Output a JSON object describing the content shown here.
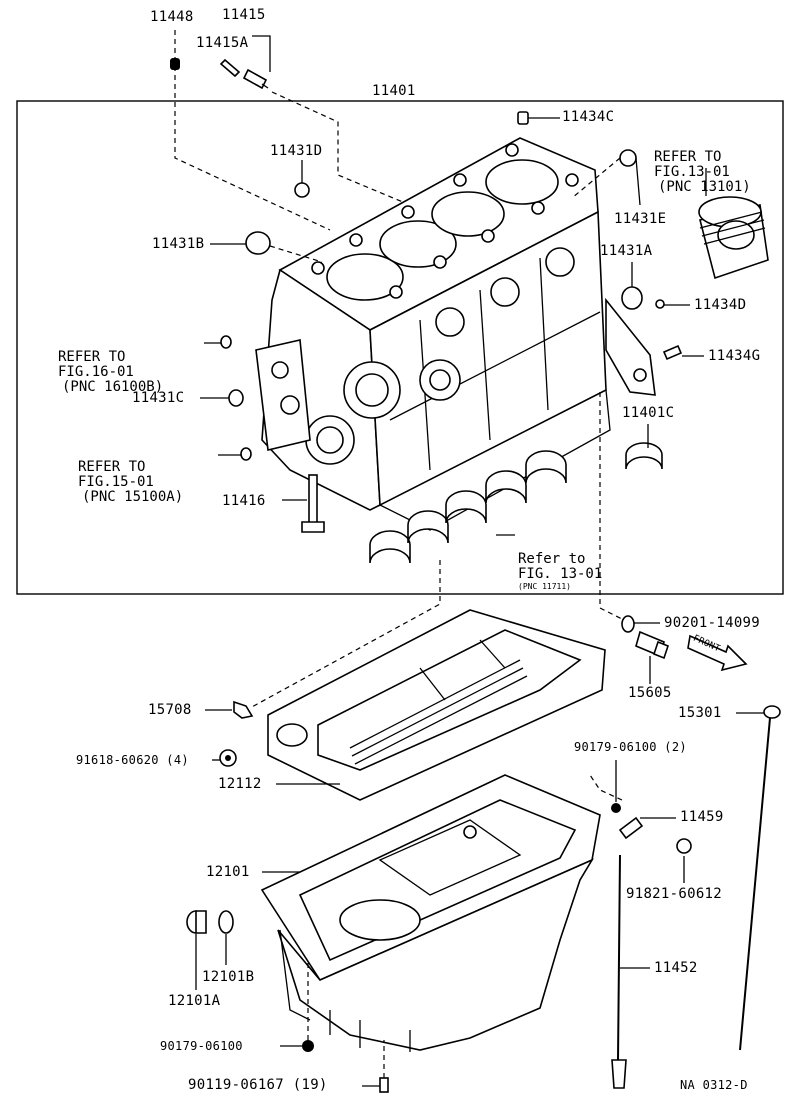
{
  "labels": {
    "p11448": "11448",
    "p11415": "11415",
    "p11415a": "11415A",
    "p11401": "11401",
    "p11434c": "11434C",
    "p11431d": "11431D",
    "p11431e": "11431E",
    "p11431b": "11431B",
    "p11431a": "11431A",
    "p11434d": "11434D",
    "p11434g": "11434G",
    "p11431c": "11431C",
    "p11401c": "11401C",
    "p11416": "11416",
    "p90201": "90201-14099",
    "p15605": "15605",
    "p15708": "15708",
    "p15301": "15301",
    "p91618": "91618-60620 (4)",
    "p12112": "12112",
    "p90179_2": "90179-06100 (2)",
    "p11459": "11459",
    "p12101": "12101",
    "p91821": "91821-60612",
    "p12101b": "12101B",
    "p12101a": "12101A",
    "p11452": "11452",
    "p90179": "90179-06100",
    "p90119": "90119-06167 (19)",
    "diagram_code": "NA 0312-D",
    "front": "FRONT"
  },
  "refs": {
    "piston_l1": "REFER TO",
    "piston_l2": "FIG.13-01",
    "piston_l3": "(PNC 13101)",
    "fig16_l1": "REFER TO",
    "fig16_l2": "FIG.16-01",
    "fig16_l3": "(PNC 16100B)",
    "fig15_l1": "REFER TO",
    "fig15_l2": "FIG.15-01",
    "fig15_l3": "(PNC 15100A)",
    "bearing_l1": "Refer to",
    "bearing_l2": "FIG. 13-01",
    "bearing_l3": "(PNC 11711)"
  }
}
